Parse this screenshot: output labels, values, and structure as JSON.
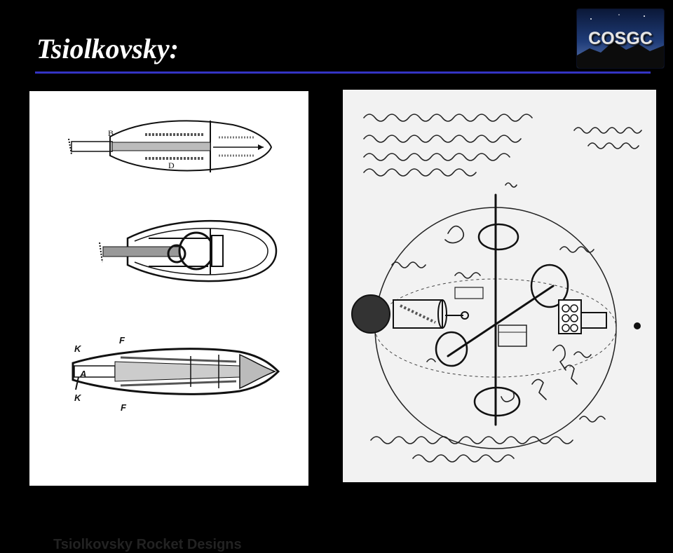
{
  "slide": {
    "title": "Tsiolkovsky:"
  },
  "logo": {
    "text": "COSGC",
    "colors": {
      "sky": "#1f3c78",
      "mountains": "#0c0c0c"
    }
  },
  "left_figure": {
    "caption": "Tsiolkovsky Rocket Designs",
    "labels": {
      "top_b": "B",
      "top_d": "D",
      "bottom_k_top": "K",
      "bottom_f_top": "F",
      "bottom_a": "A",
      "bottom_k_bottom": "K",
      "bottom_f_bottom": "F"
    }
  },
  "right_figure": {
    "description_icons": [
      "handwritten-notes",
      "space-station-sketch"
    ]
  },
  "colors": {
    "background": "#000000",
    "title_rule": "#3434c4"
  }
}
